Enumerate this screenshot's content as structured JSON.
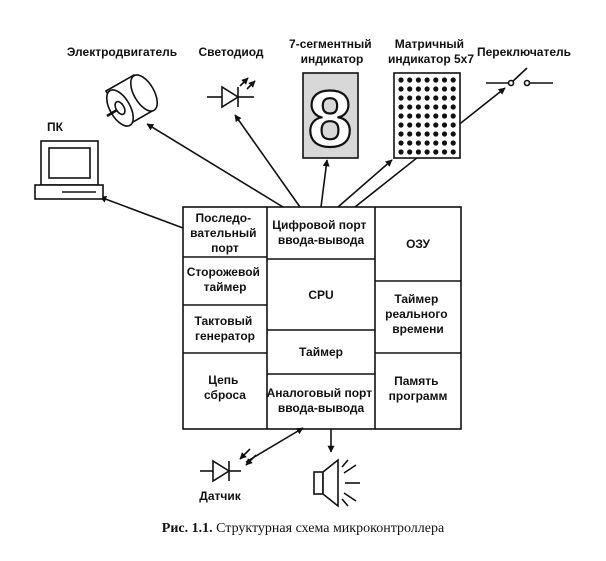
{
  "peripherals": {
    "motor": "Электродвигатель",
    "led": "Светодиод",
    "seven_segment": [
      "7-сегментный",
      "индикатор"
    ],
    "matrix": [
      "Матричный",
      "индикатор 5x7"
    ],
    "switch": "Переключатель",
    "pc": "ПК",
    "sensor": "Датчик",
    "seven_segment_digit": "8"
  },
  "blocks": {
    "serial": [
      "Последо-",
      "вательный",
      "порт"
    ],
    "watchdog": [
      "Сторожевой",
      "таймер"
    ],
    "clock": [
      "Тактовый",
      "генератор"
    ],
    "reset": [
      "Цепь",
      "сброса"
    ],
    "digital_io": [
      "Цифровой порт",
      "ввода-вывода"
    ],
    "cpu": [
      "CPU"
    ],
    "timer": [
      "Таймер"
    ],
    "analog_io": [
      "Аналоговый порт",
      "ввода-вывода"
    ],
    "ram": [
      "ОЗУ"
    ],
    "rtc": [
      "Таймер",
      "реального",
      "времени"
    ],
    "program_memory": [
      "Память",
      "программ"
    ]
  },
  "caption": {
    "prefix": "Рис. 1.1.",
    "text": "Структурная схема микроконтроллера"
  }
}
